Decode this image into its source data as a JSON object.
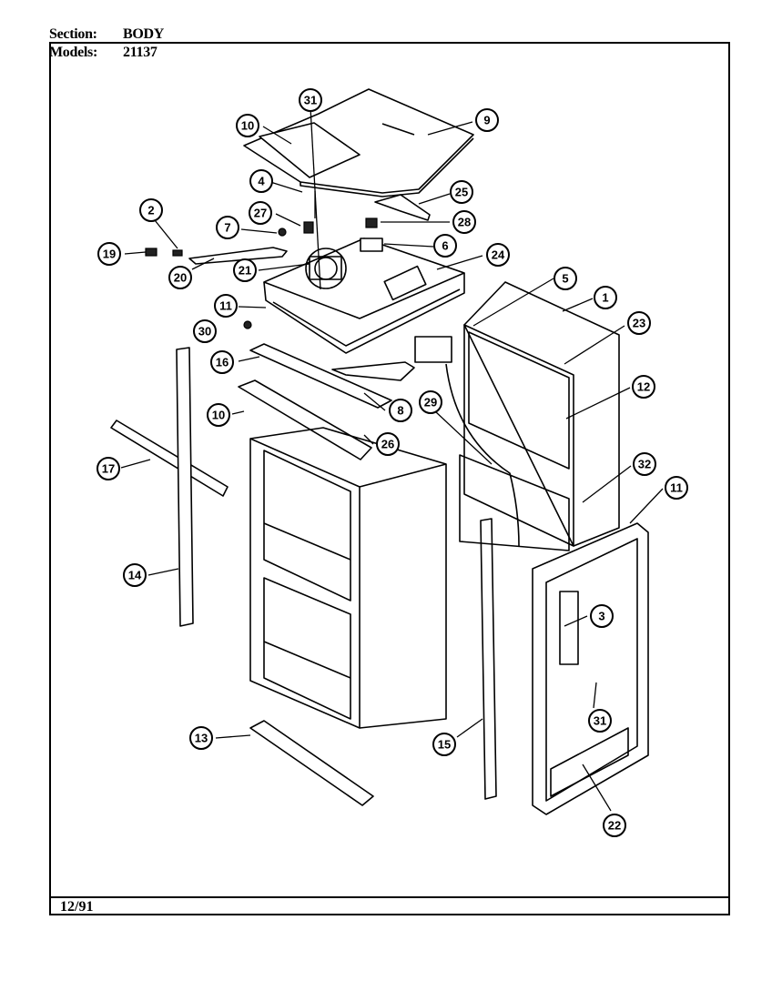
{
  "header": {
    "section_label": "Section:",
    "section_value": "BODY",
    "models_label": "Models:",
    "models_value": "21137"
  },
  "footer": {
    "date": "12/91"
  },
  "callouts": [
    "31",
    "9",
    "10",
    "25",
    "4",
    "27",
    "28",
    "2",
    "7",
    "6",
    "19",
    "21",
    "24",
    "20",
    "5",
    "1",
    "11",
    "23",
    "30",
    "16",
    "8",
    "29",
    "12",
    "10",
    "26",
    "17",
    "32",
    "11",
    "14",
    "3",
    "31",
    "13",
    "15",
    "22"
  ]
}
